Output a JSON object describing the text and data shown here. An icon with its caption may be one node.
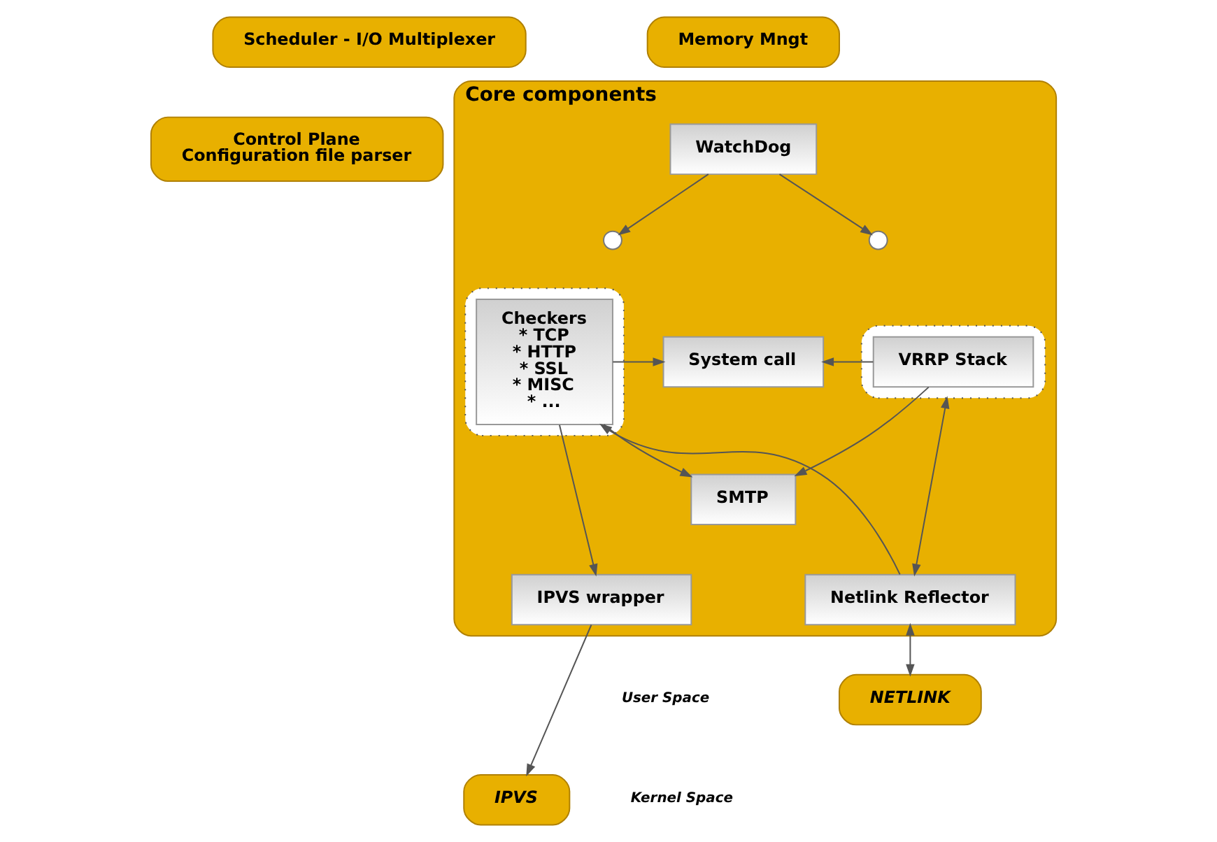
{
  "diagram": {
    "nodes": [
      {
        "text": [
          "Scheduler - I/O Multiplexer"
        ]
      },
      {
        "text": [
          "Memory Mngt"
        ]
      },
      {
        "text": [
          "Control Plane",
          "Configuration file parser"
        ]
      },
      {
        "text": [
          "Core components"
        ]
      },
      {
        "text": [
          "WatchDog"
        ],
        "in": 3
      },
      {
        "text": [],
        "shape": "box",
        "in": 3
      },
      {
        "text": [],
        "shape": "circle",
        "in": 3
      },
      {
        "text": [
          "Checkers",
          "* TCP",
          "* HTTP",
          "* SSL",
          "* MISC",
          "* ..."
        ],
        "in": 5
      },
      {
        "text": [
          "System call"
        ],
        "in": 3
      },
      {
        "text": [
          "SMTP"
        ],
        "in": 3
      },
      {
        "text": [],
        "shape": "box",
        "in": 3
      },
      {
        "text": [],
        "shape": "circle",
        "in": 3
      },
      {
        "text": [
          "VRRP Stack"
        ],
        "in": 10
      },
      {
        "text": [
          "IPVS wrapper"
        ],
        "in": 3
      },
      {
        "text": [
          "Netlink Reflector"
        ],
        "in": 3
      },
      {
        "text": [
          "IPVS"
        ]
      },
      {
        "text": [
          "NETLINK"
        ]
      }
    ],
    "edges": [
      {
        "from": 4,
        "to": 6,
        "arrow": "to"
      },
      {
        "from": 4,
        "to": 11,
        "arrow": "to"
      },
      {
        "from": 7,
        "to": 8,
        "arrow": "to"
      },
      {
        "from": 7,
        "to": 9,
        "arrow": "to"
      },
      {
        "from": 12,
        "to": 8,
        "arrow": "to"
      },
      {
        "from": 12,
        "to": 9,
        "arrow": "to"
      },
      {
        "from": 14,
        "to": 7,
        "arrow": "to"
      },
      {
        "from": 7,
        "to": 13,
        "arrow": "to"
      },
      {
        "from": 10,
        "to": 14,
        "arrow": "both"
      },
      {
        "from": 13,
        "to": 15,
        "arrow": "to"
      },
      {
        "from": 14,
        "to": 16,
        "arrow": "both"
      }
    ],
    "labels": [
      "User Space",
      "Kernel Space"
    ]
  }
}
